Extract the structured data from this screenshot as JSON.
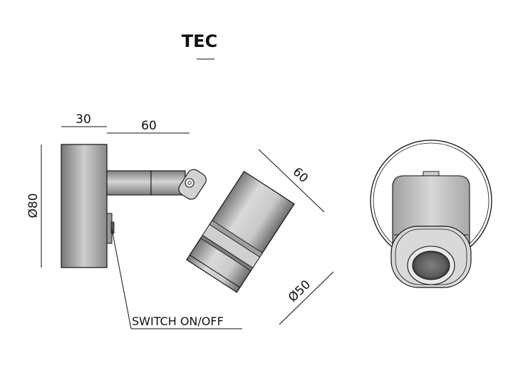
{
  "title": "TEC",
  "dimensions": {
    "backplate_depth": "30",
    "arm_length": "60",
    "backplate_diameter": "Ø80",
    "head_length": "60",
    "head_diameter": "Ø50"
  },
  "switch_label": "SWITCH ON/OFF"
}
